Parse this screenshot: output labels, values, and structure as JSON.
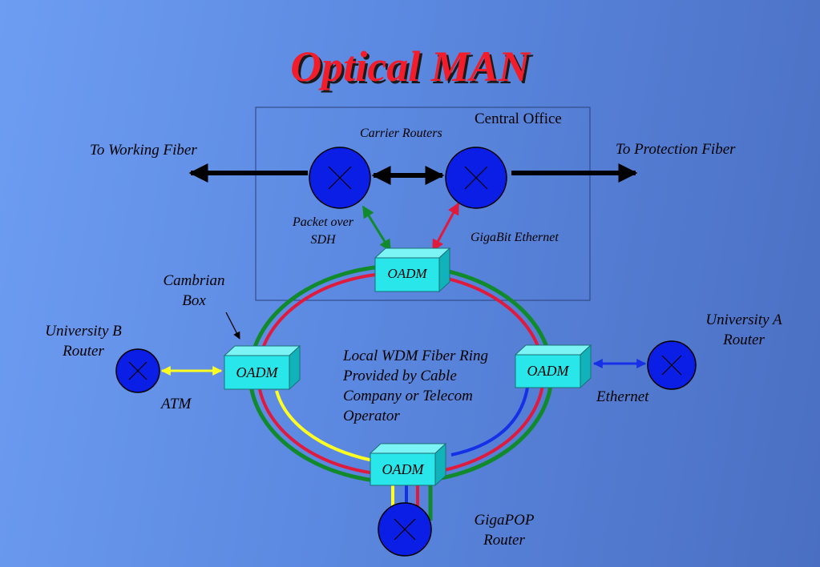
{
  "title": "Optical MAN",
  "central_office": {
    "label": "Central Office",
    "carrier_routers_label": "Carrier Routers"
  },
  "fibers": {
    "working": "To Working Fiber",
    "protection": "To Protection Fiber"
  },
  "links": {
    "packet_over_sdh": [
      "Packet over",
      "SDH"
    ],
    "gigabit_ethernet": "GigaBit Ethernet",
    "atm": "ATM",
    "ethernet": "Ethernet"
  },
  "oadm_label": "OADM",
  "cambrian_box": [
    "Cambrian",
    "Box"
  ],
  "ring_label": [
    "Local WDM Fiber Ring",
    "Provided by Cable",
    "Company or Telecom",
    "Operator"
  ],
  "routers": {
    "university_b": [
      "University B",
      "Router"
    ],
    "university_a": [
      "University A",
      "Router"
    ],
    "gigapop": [
      "GigaPOP",
      "Router"
    ]
  },
  "colors": {
    "title": "#f21c2b",
    "router_fill": "#0a1ee6",
    "oadm_front": "#29e6ea",
    "oadm_top": "#7cf3f4",
    "oadm_side": "#10b3ba",
    "ring_green": "#108a2a",
    "ring_red": "#e01a3c",
    "link_yellow": "#ffff22",
    "link_blue": "#1530e6"
  }
}
